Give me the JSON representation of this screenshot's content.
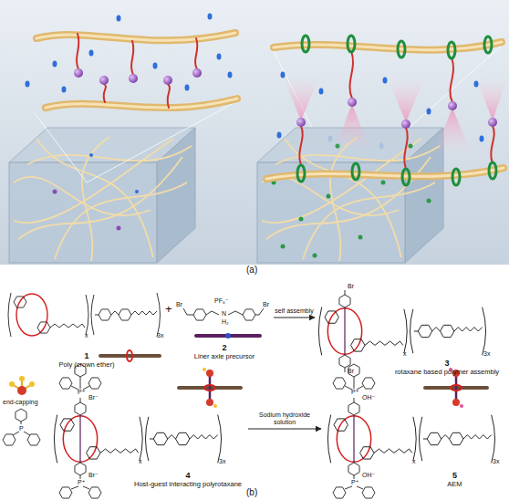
{
  "diagram": {
    "nodes": [
      {
        "text": [
          "1",
          "Poly (crown ether)"
        ]
      },
      {
        "text": [
          "2",
          "Liner axle precursor"
        ]
      },
      {
        "text": [
          "3",
          "rotaxane based polymer assembly"
        ]
      },
      {
        "text": [
          "4",
          "Host-guest interacting polyrotaxane"
        ]
      },
      {
        "text": [
          "5",
          "AEM"
        ]
      }
    ],
    "edges": [
      {
        "from": 1,
        "to": 2,
        "arrow": "to",
        "label": "self assembly"
      },
      {
        "from": 3,
        "to": 4,
        "arrow": "to",
        "label": "Sodium hydroxide solution"
      }
    ],
    "labels": [
      "(a)",
      "(b)",
      "+",
      "Br",
      "PF₆⁻",
      "N",
      "H₂",
      "Br",
      "x",
      "3x",
      "Br",
      "Br",
      "x",
      "3x",
      "end-capping",
      "P",
      "P⁺",
      "Br⁻",
      "P⁺",
      "Br⁻",
      "x",
      "3x",
      "P⁺",
      "OH⁻",
      "P⁺",
      "OH⁻",
      "x",
      "3x"
    ]
  }
}
